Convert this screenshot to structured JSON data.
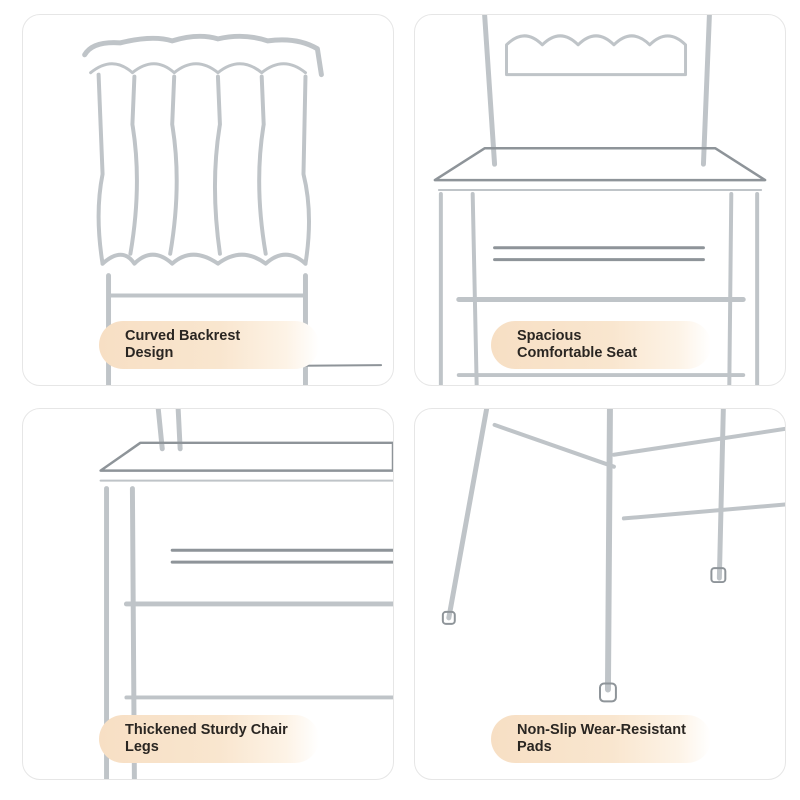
{
  "panels": [
    {
      "caption": "Curved Backrest\nDesign",
      "image": "chair-backrest-closeup"
    },
    {
      "caption": "Spacious\nComfortable Seat",
      "image": "chair-seat-closeup"
    },
    {
      "caption": "Thickened Sturdy Chair\nLegs",
      "image": "chair-legs-closeup"
    },
    {
      "caption": "Non-Slip Wear-Resistant\nPads",
      "image": "chair-feet-pads-closeup"
    }
  ],
  "colors": {
    "pill_accent": "#f7dfc4",
    "text": "#2a2622",
    "border": "#e6e6e6"
  }
}
